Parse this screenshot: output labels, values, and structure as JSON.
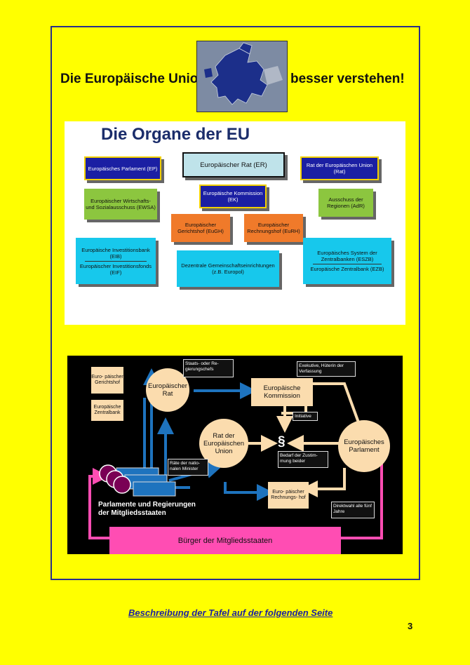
{
  "header": {
    "title_left": "Die Europäische Union",
    "title_right": "besser verstehen!"
  },
  "organe": {
    "title": "Die Organe der EU",
    "ep": "Europäisches Parlament (EP)",
    "er": "Europäischer Rat (ER)",
    "rat": "Rat der Europäischen Union (Rat)",
    "ewsa": "Europäischer Wirtschafts- und Sozialausschuss (EWSA)",
    "ek": "Europäische Kommission (EK)",
    "adr": "Ausschuss der Regionen (AdR)",
    "eugh": "Europäischer Gerichtshof (EuGH)",
    "eurh": "Europäischer Rechnungshof (EuRH)",
    "eib": "Europäische Investitionsbank (EIB)",
    "eif": "Europäischer Investitionsfonds (EIF)",
    "dez": "Dezentrale Gemeinschaftseinrichtungen (z.B. Europol)",
    "eszb": "Europäisches System der Zentralbanken (ESZB)",
    "ezb": "Europäische Zentralbank (EZB)"
  },
  "diagram": {
    "gerichtshof": "Euro- päischer Gerichtshof",
    "zentralbank": "Europäische Zentralbank",
    "er_circle": "Europäischer Rat",
    "ek_box": "Europäische Kommission",
    "rat_circle": "Rat der Europäischen Union",
    "ep_circle": "Europäisches Parlament",
    "staats": "Staats- oder Re- gierungschefs",
    "exekutive": "Exekutive, Hüterin der Verfassung",
    "initiative": "Initiative",
    "bedarf": "Bedarf der Zustim- mung beider",
    "raete": "Räte der natio- nalen Minister",
    "rechnungshof": "Euro- päischer Rechnungs- hof",
    "paragraph": "§",
    "parlamente": "Parlamente und Regierungen der Mitgliedsstaaten",
    "direktwahl": "Direktwahl alle fünf Jahre",
    "buerger": "Bürger der Mitgliedsstaaten"
  },
  "footer": {
    "link": "Beschreibung der Tafel auf der folgenden Seite",
    "page": "3"
  },
  "colors": {
    "background": "#ffff00",
    "frame": "#2a2f8a",
    "blue_box": "#1b1fa3",
    "pink": "#ff4db3",
    "arrow_blue": "#1e73be",
    "arrow_cream": "#fbdcae"
  }
}
